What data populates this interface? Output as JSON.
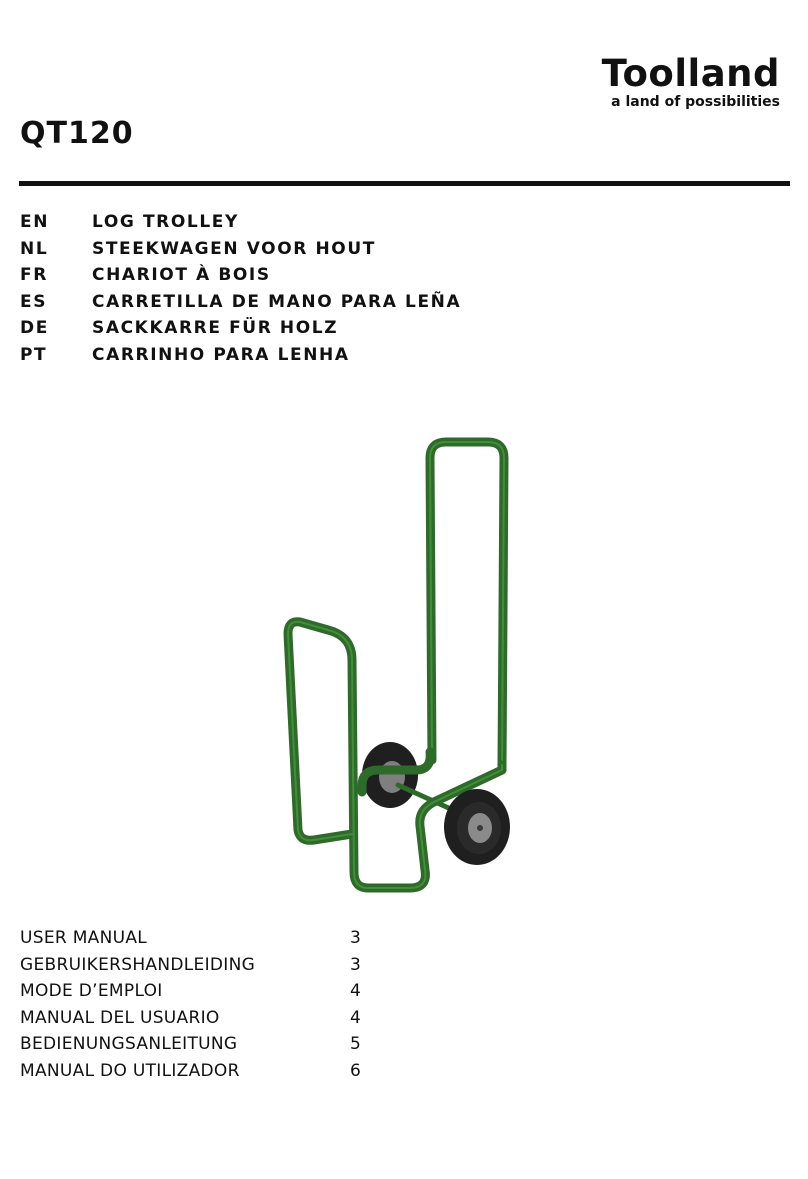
{
  "brand": {
    "name": "Toolland",
    "tagline": "a land of possibilities"
  },
  "model": "QT120",
  "titles": [
    {
      "code": "EN",
      "title": "LOG TROLLEY"
    },
    {
      "code": "NL",
      "title": "STEEKWAGEN VOOR HOUT"
    },
    {
      "code": "FR",
      "title": "CHARIOT À BOIS"
    },
    {
      "code": "ES",
      "title": "CARRETILLA DE MANO PARA LEÑA"
    },
    {
      "code": "DE",
      "title": "SACKKARRE FÜR HOLZ"
    },
    {
      "code": "PT",
      "title": "CARRINHO PARA LENHA"
    }
  ],
  "product_image": {
    "frame_color": "#2e6b2a",
    "frame_highlight": "#4f9a45",
    "tyre_color": "#1f1f1f"
  },
  "toc": [
    {
      "label": "USER MANUAL",
      "page": "3"
    },
    {
      "label": "GEBRUIKERSHANDLEIDING",
      "page": "3"
    },
    {
      "label": "MODE D’EMPLOI",
      "page": "4"
    },
    {
      "label": "MANUAL DEL USUARIO",
      "page": "4"
    },
    {
      "label": "BEDIENUNGSANLEITUNG",
      "page": "5"
    },
    {
      "label": "MANUAL DO UTILIZADOR",
      "page": "6"
    }
  ]
}
